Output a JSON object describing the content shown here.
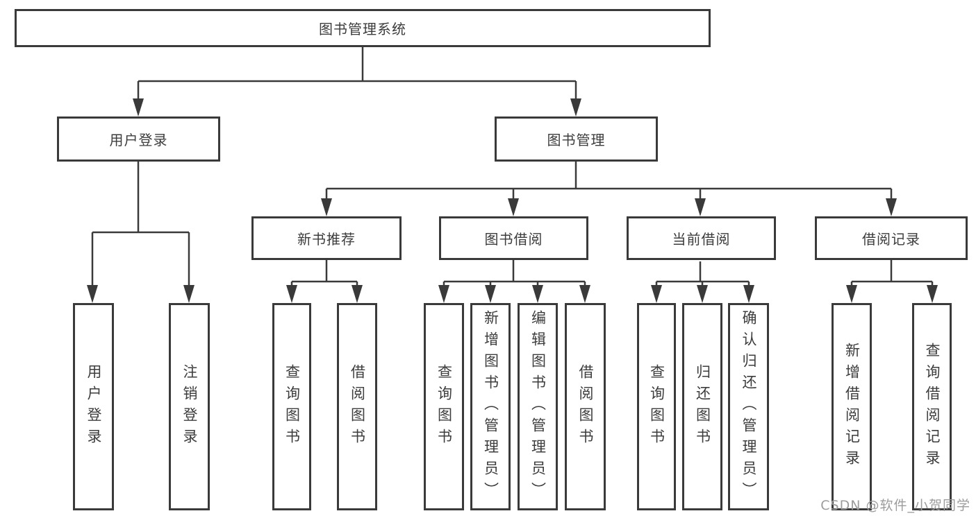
{
  "tree": {
    "root": "图书管理系统",
    "branches": [
      {
        "label": "用户登录",
        "children": [
          "用户登录",
          "注销登录"
        ]
      },
      {
        "label": "图书管理",
        "children": [
          {
            "label": "新书推荐",
            "children": [
              "查询图书",
              "借阅图书"
            ]
          },
          {
            "label": "图书借阅",
            "children": [
              "查询图书",
              "新增图书（管理员）",
              "编辑图书（管理员）",
              "借阅图书"
            ]
          },
          {
            "label": "当前借阅",
            "children": [
              "查询图书",
              "归还图书",
              "确认归还（管理员）"
            ]
          },
          {
            "label": "借阅记录",
            "children": [
              "新增借阅记录",
              "查询借阅记录"
            ]
          }
        ]
      }
    ]
  },
  "watermark": "CSDN @软件_小贺同学",
  "colors": {
    "line": "#3a3a3a",
    "box_border": "#3a3a3a",
    "text": "#3c3c3c",
    "watermark": "#9c9c9c",
    "background": "#ffffff"
  }
}
